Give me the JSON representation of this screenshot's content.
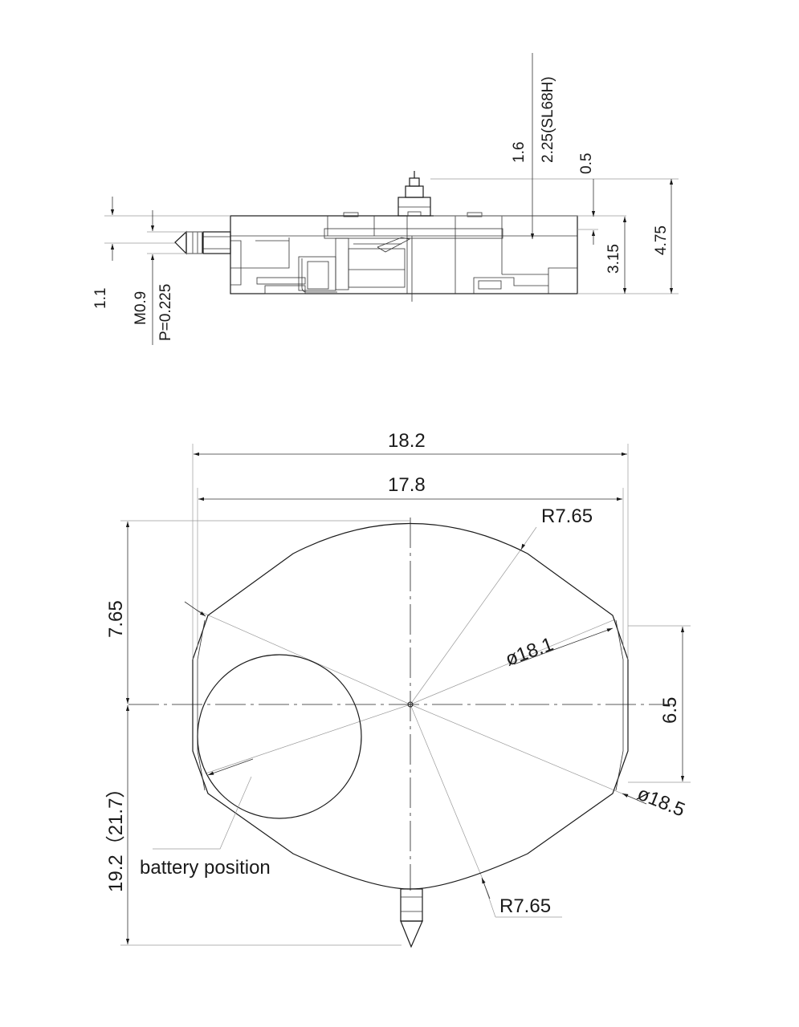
{
  "side_view": {
    "dims": {
      "d_1_6": "1.6",
      "d_2_25": "2.25(SL68H)",
      "d_0_5": "0.5",
      "d_4_75": "4.75",
      "d_3_15": "3.15",
      "d_1_1": "1.1",
      "d_m0_9": "M0.9",
      "d_pitch": "P=0.225"
    }
  },
  "top_view": {
    "dims": {
      "width_outer": "18.2",
      "width_inner": "17.8",
      "radius_top": "R7.65",
      "radius_bottom": "R7.65",
      "dia_inner": "ø18.1",
      "dia_outer": "ø18.5",
      "height_top": "7.65",
      "height_bottom": "19.2（21.7）",
      "flat_height": "6.5"
    },
    "labels": {
      "battery": "battery position"
    }
  },
  "colors": {
    "line": "#1a1a1a",
    "faint_line": "#9a9a9a",
    "background": "#ffffff"
  }
}
